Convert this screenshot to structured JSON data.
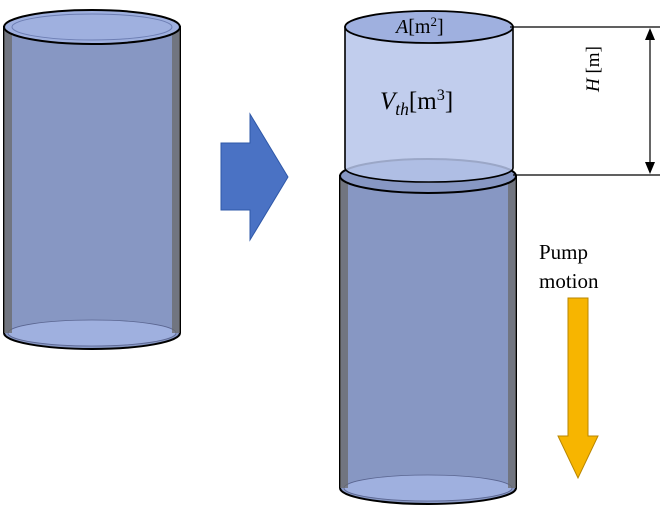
{
  "diagram": {
    "area_label": {
      "var": "A",
      "unit_open": "[m",
      "unit_exp": "2",
      "unit_close": "]"
    },
    "volume_label": {
      "var": "V",
      "var_sub": "th",
      "unit_open": "[m",
      "unit_exp": "3",
      "unit_close": "]"
    },
    "height_label": {
      "var": "H",
      "unit": " [m]"
    },
    "pump_label": {
      "line1": "Pump",
      "line2": "motion"
    }
  },
  "colors": {
    "cylinder_fill": "#8797c3",
    "cylinder_top": "#9fb0df",
    "cylinder_wall": "#6a6a6a",
    "swept_volume_fill": "#b6c4ea",
    "transition_arrow": "#4a72c4",
    "pump_arrow": "#f7b500",
    "dimension_line": "#000000"
  }
}
